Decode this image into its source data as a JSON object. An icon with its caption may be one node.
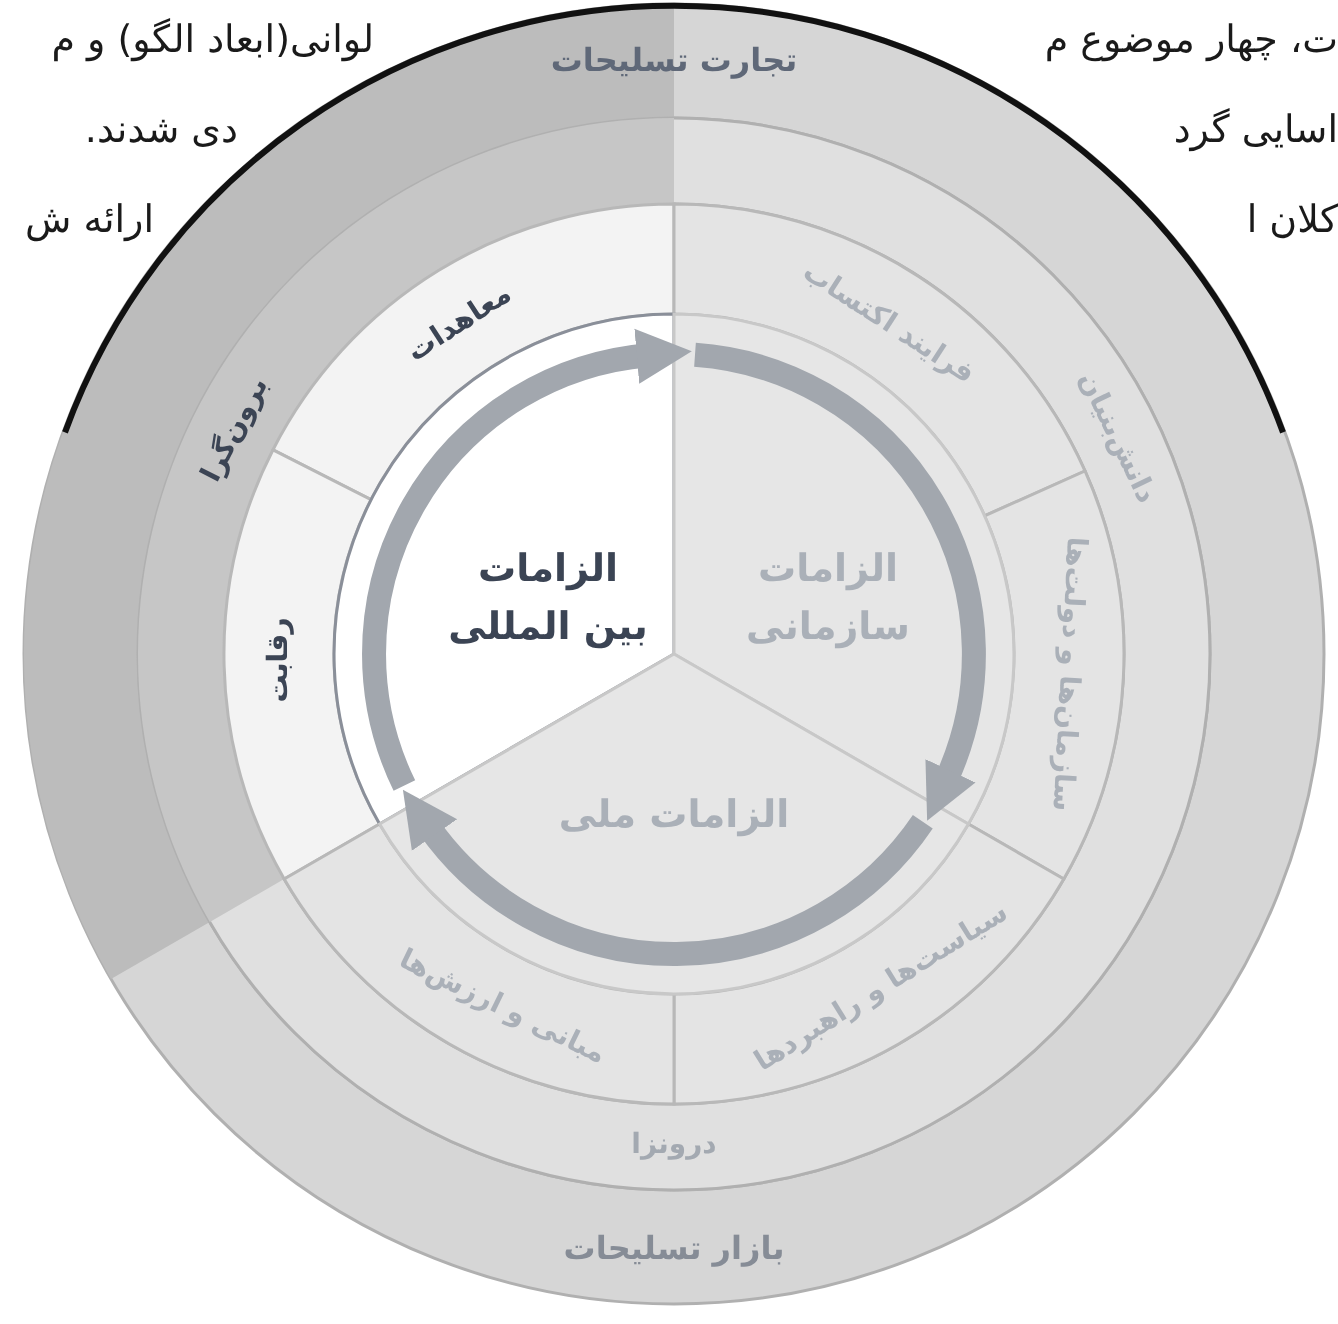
{
  "diagram": {
    "nodes": [
      {
        "text": [
          "تجارت تسلیحات",
          "بازار تسلیحات"
        ]
      },
      {
        "text": [
          "برون‌گرا",
          "دانش‌بنیان",
          "درونزا"
        ],
        "in": 0
      },
      {
        "text": [
          "معاهدات"
        ],
        "in": 1
      },
      {
        "text": [
          "رقابت"
        ],
        "in": 1
      },
      {
        "text": [
          "فرایند اکتساب"
        ],
        "in": 1
      },
      {
        "text": [
          "سازمان‌ها و دولت‌ها"
        ],
        "in": 1
      },
      {
        "text": [
          "سیاست‌ها و راهبردها"
        ],
        "in": 1
      },
      {
        "text": [
          "مبانی و ارزش‌ها"
        ],
        "in": 1
      },
      {
        "text": [
          "الزامات بین المللی"
        ],
        "in": 1
      },
      {
        "text": [
          "الزامات سازمانی"
        ],
        "in": 1
      },
      {
        "text": [
          "الزامات ملی"
        ],
        "in": 1
      }
    ],
    "edges": [
      {
        "from": 8,
        "to": 9,
        "arrow": "to"
      },
      {
        "from": 9,
        "to": 10,
        "arrow": "to"
      },
      {
        "from": 10,
        "to": 8,
        "arrow": "to"
      }
    ],
    "labels": [
      "ت، چهار موضوع م",
      "لوانی(ابعاد الگو) و م",
      "اسایی گرد",
      "دی شدند.",
      "کلان ا",
      "ارائه ش"
    ]
  }
}
